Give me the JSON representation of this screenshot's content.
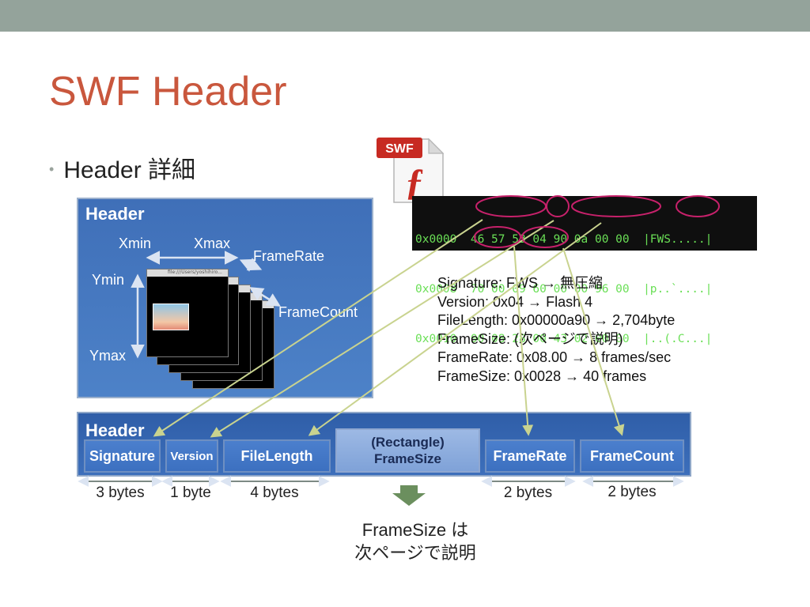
{
  "slide": {
    "title": "SWF Header",
    "bullet": "Header 詳細"
  },
  "swf_icon": {
    "badge": "SWF",
    "glyph": "ƒ",
    "icon_name": "flash-file-icon"
  },
  "hexdump": {
    "rows": [
      "0x0000  46 57 53 04 90 0a 00 00  |FWS.....|",
      "0x0008  70 00 09 60 00 00 96 00  |p..`....|",
      "0x0010  00 08 28 00 43 02 00 00  |..(.C...|"
    ]
  },
  "top_panel": {
    "title": "Header",
    "xmin": "Xmin",
    "xmax": "Xmax",
    "ymin": "Ymin",
    "ymax": "Ymax",
    "framerate": "FrameRate",
    "framecount": "FrameCount",
    "window_url": "file:///Users/yoshihiro..."
  },
  "details": [
    "Signature: FWS →  無圧縮",
    "Version: 0x04 → Flash 4",
    "FileLength: 0x00000a90 → 2,704byte",
    "FrameSize: (次ページで説明)",
    "FrameRate: 0x08.00 → 8 frames/sec",
    "FrameSize: 0x0028 → 40 frames"
  ],
  "bottom_panel": {
    "title": "Header",
    "fields": {
      "signature": "Signature",
      "version": "Version",
      "filelength": "FileLength",
      "framesize_line1": "(Rectangle)",
      "framesize_line2": "FrameSize",
      "framerate": "FrameRate",
      "framecount": "FrameCount"
    },
    "bytes": {
      "signature": "3 bytes",
      "version": "1 byte",
      "filelength": "4 bytes",
      "framerate": "2 bytes",
      "framecount": "2 bytes"
    }
  },
  "note": {
    "line1": "FrameSize は",
    "line2": "次ページで説明"
  },
  "colors": {
    "title": "#c9573d",
    "band": "#94a39b",
    "panel_blue": "#3f6fb8",
    "hex_green": "#6adf56",
    "ellipse": "#c7216b",
    "connector": "#c9d38f",
    "arrow_down": "#6b8f5e"
  }
}
